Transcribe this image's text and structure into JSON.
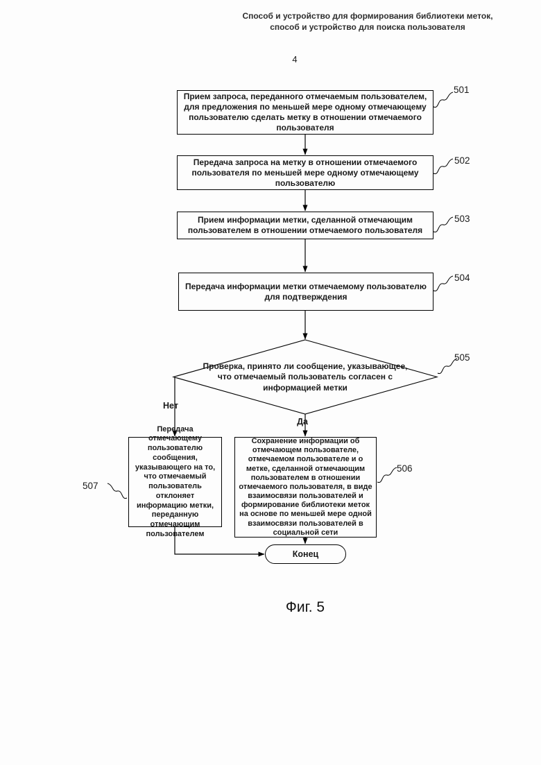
{
  "header": {
    "line1": "Способ и устройство для формирования библиотеки меток,",
    "line2": "способ и устройство для поиска пользователя"
  },
  "page_number": "4",
  "figure_caption": "Фиг. 5",
  "flowchart": {
    "steps": {
      "s501": {
        "ref": "501",
        "text": "Прием запроса, переданного отмечаемым пользователем, для предложения по меньшей мере одному отмечающему пользователю сделать метку в отношении отмечаемого пользователя"
      },
      "s502": {
        "ref": "502",
        "text": "Передача запроса на метку в отношении отмечаемого пользователя по меньшей мере одному отмечающему пользователю"
      },
      "s503": {
        "ref": "503",
        "text": "Прием информации метки, сделанной отмечающим пользователем в отношении отмечаемого пользователя"
      },
      "s504": {
        "ref": "504",
        "text": "Передача информации метки отмечаемому пользователю для подтверждения"
      },
      "s505": {
        "ref": "505",
        "text": "Проверка, принято ли сообщение, указывающее, что отмечаемый пользователь согласен с информацией метки"
      },
      "s506": {
        "ref": "506",
        "text": "Сохранение информации об отмечающем пользователе, отмечаемом пользователе и о метке, сделанной отмечающим пользователем в отношении отмечаемого пользователя, в виде взаимосвязи пользователей и формирование библиотеки меток на основе по меньшей мере одной взаимосвязи пользователей в социальной сети"
      },
      "s507": {
        "ref": "507",
        "text": "Передача отмечающему пользователю сообщения, указывающего на то, что отмечаемый пользователь отклоняет информацию метки, переданную отмечающим пользователем"
      }
    },
    "labels": {
      "no": "Нет",
      "yes": "Да"
    },
    "terminal": {
      "end": "Конец"
    }
  }
}
